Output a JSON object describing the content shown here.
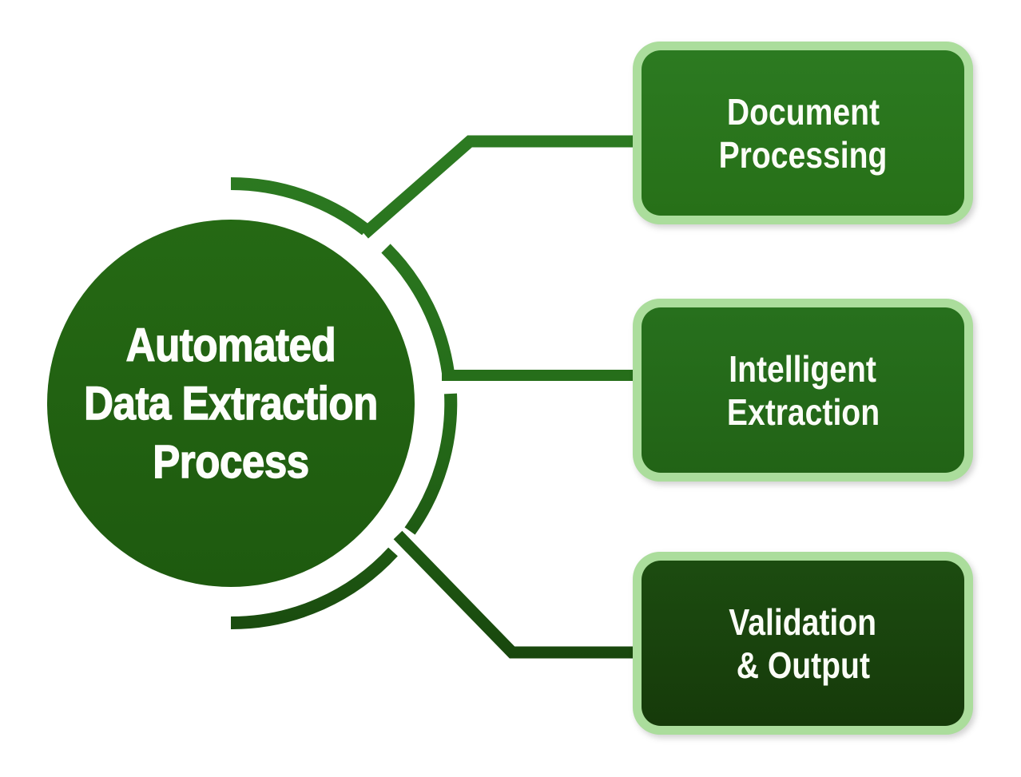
{
  "hub": {
    "lines": [
      "Automated",
      "Data Extraction",
      "Process"
    ]
  },
  "nodes": [
    {
      "name": "document-processing",
      "lines": [
        "Document",
        "Processing"
      ]
    },
    {
      "name": "intelligent-extraction",
      "lines": [
        "Intelligent",
        "Extraction"
      ]
    },
    {
      "name": "validation-output",
      "lines": [
        "Validation",
        "& Output"
      ]
    }
  ],
  "colors": {
    "background": "#FFFFFF",
    "hub_fill": "#215F10",
    "node_border": "#ABDD9C",
    "node_fill_top": "#2A7420",
    "node_fill_middle": "#26701C",
    "node_fill_bottom": "#1B4A0F",
    "connector_top": "#2C7A21",
    "connector_middle": "#246818",
    "connector_bottom": "#1A470E",
    "text": "#FFFFFF"
  }
}
